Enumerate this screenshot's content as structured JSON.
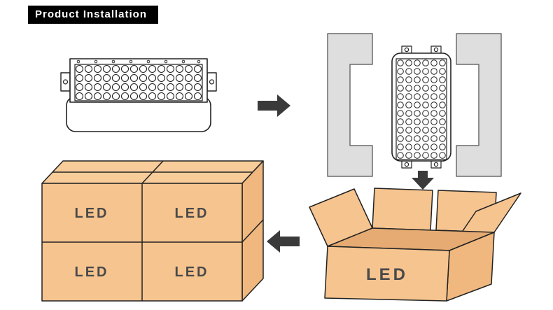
{
  "header": {
    "title": "Product Installation"
  },
  "packaging": {
    "open_box": {
      "label": "LED"
    },
    "stacked_boxes": {
      "labels": [
        "LED",
        "LED",
        "LED",
        "LED"
      ]
    }
  },
  "colors": {
    "banner_bg": "#000000",
    "banner_text": "#ffffff",
    "cardboard": "#f6c48f",
    "cardboard_top": "#f8cd9a",
    "cardboard_side": "#f0b87e",
    "cardboard_inner": "#e5ab72",
    "foam": "#dedede",
    "outline": "#222222",
    "arrow": "#3a3a3a",
    "led_text": "#4a4a4a"
  }
}
